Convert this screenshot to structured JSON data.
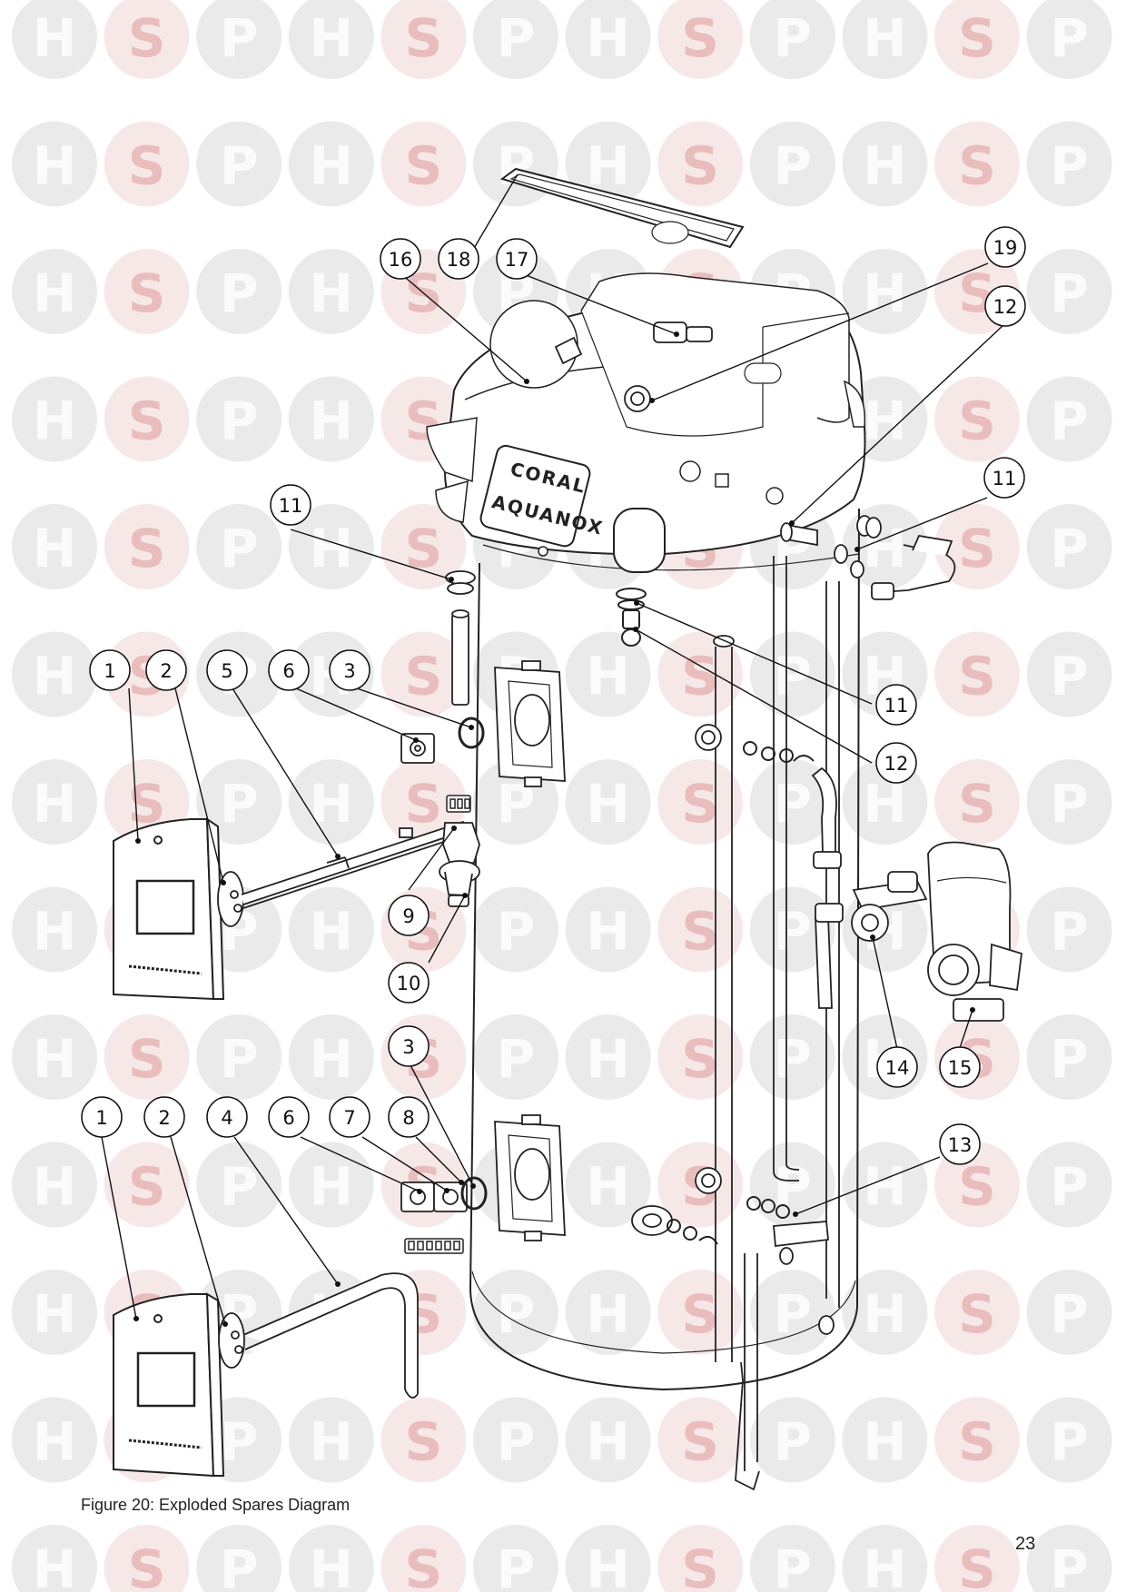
{
  "watermark": {
    "letters": [
      "H",
      "S",
      "P"
    ],
    "circle_color": "#d9d9d9",
    "circle_color_s": "#f0d6d6",
    "letter_color": "#ffffff",
    "letter_color_s": "#e7b6b6"
  },
  "logo": {
    "line1": "CORAL",
    "line2": "AQUANOX"
  },
  "callouts": {
    "c16": "16",
    "c18": "18",
    "c17": "17",
    "c19": "19",
    "c12a": "12",
    "c11a": "11",
    "c11b": "11",
    "c1a": "1",
    "c2a": "2",
    "c5": "5",
    "c6a": "6",
    "c3a": "3",
    "c11c": "11",
    "c12b": "12",
    "c9": "9",
    "c10": "10",
    "c14": "14",
    "c15": "15",
    "c3b": "3",
    "c1b": "1",
    "c2b": "2",
    "c4": "4",
    "c6b": "6",
    "c7": "7",
    "c8": "8",
    "c13": "13"
  },
  "caption": "Figure 20: Exploded Spares Diagram",
  "page_number": "23"
}
